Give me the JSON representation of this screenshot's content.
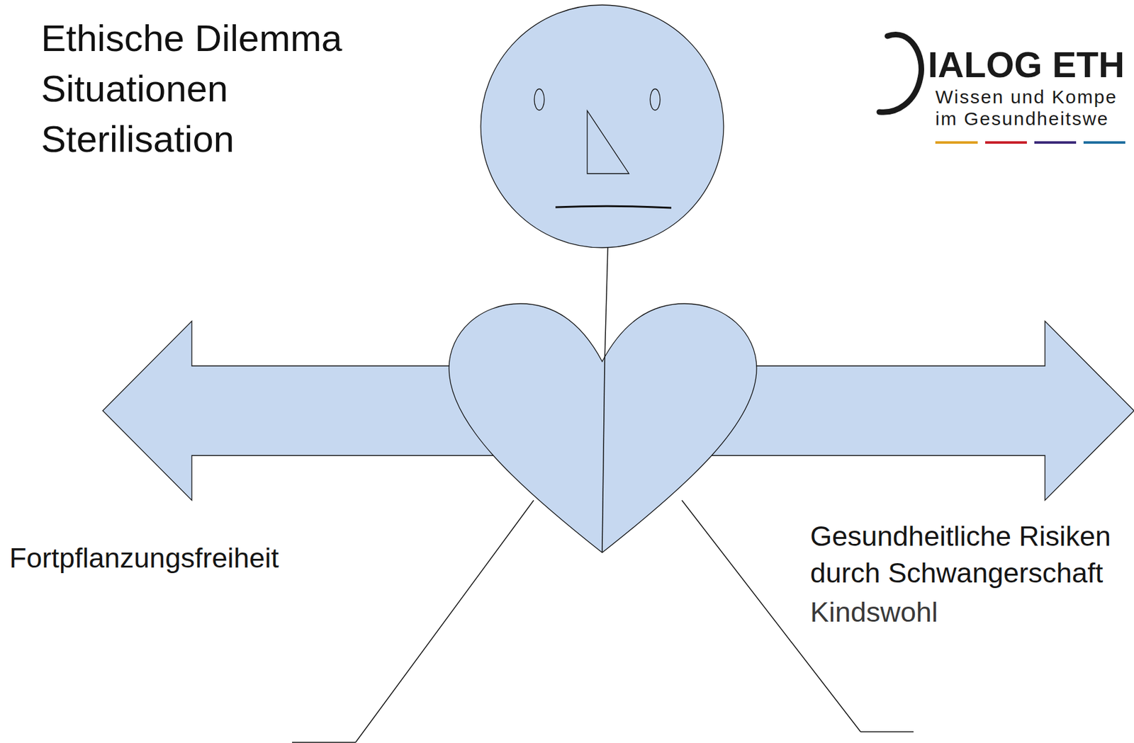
{
  "diagram": {
    "title": "Ethische Dilemma Situationen Sterilisation",
    "labels": [
      "IALOG ETH",
      "Wissen und Kompe",
      "im Gesundheitswe",
      "Fortpflanzungsfreiheit",
      "Gesundheitliche Risiken durch Schwangerschaft",
      "Kindswohl"
    ]
  }
}
